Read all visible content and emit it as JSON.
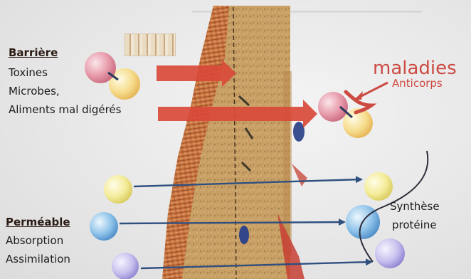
{
  "barriere": {
    "heading": "Barrière",
    "items": [
      "Toxines",
      "Microbes,",
      "Aliments mal digérés"
    ]
  },
  "permeable": {
    "heading": "Perméable",
    "items": [
      "Absorption",
      "Assimilation"
    ]
  },
  "maladies": {
    "title": "maladies",
    "subtitle": "Anticorps"
  },
  "synthese": {
    "line1": "Synthèse",
    "line2": "protéine"
  },
  "colors": {
    "accent_red": "#cc4a42",
    "arrow_blue": "#2f4f7f",
    "tissue_orange": "#c77a44",
    "wall_tan": "#c49d62"
  }
}
